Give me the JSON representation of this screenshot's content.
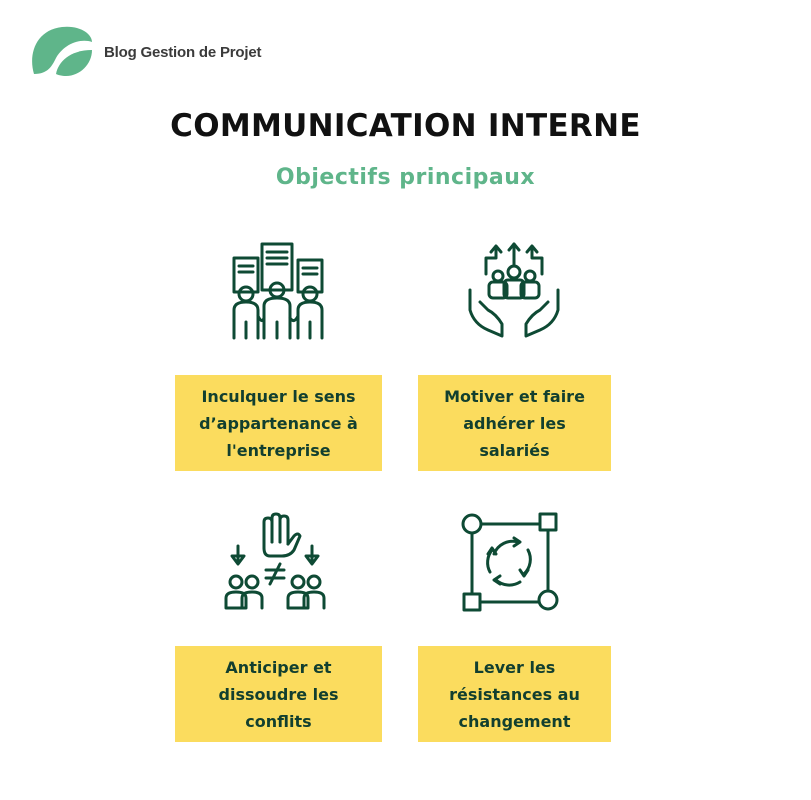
{
  "brand": {
    "name": "Blog Gestion de Projet",
    "logo_color": "#5fb58a"
  },
  "header": {
    "title": "COMMUNICATION INTERNE",
    "subtitle": "Objectifs principaux"
  },
  "colors": {
    "card_background": "#fbdc5e",
    "card_text": "#123f2f",
    "icon_stroke": "#0e4a34",
    "subtitle": "#5fb58a"
  },
  "objectives": [
    {
      "icon": "employees-buildings-icon",
      "text": "Inculquer le sens d’appartenance à l'entreprise"
    },
    {
      "icon": "motivated-team-hands-icon",
      "text": "Motiver et faire adhérer les salariés"
    },
    {
      "icon": "conflict-hand-icon",
      "text": "Anticiper et dissoudre les conflits"
    },
    {
      "icon": "change-cycle-icon",
      "text": "Lever les résistances au changement"
    }
  ]
}
